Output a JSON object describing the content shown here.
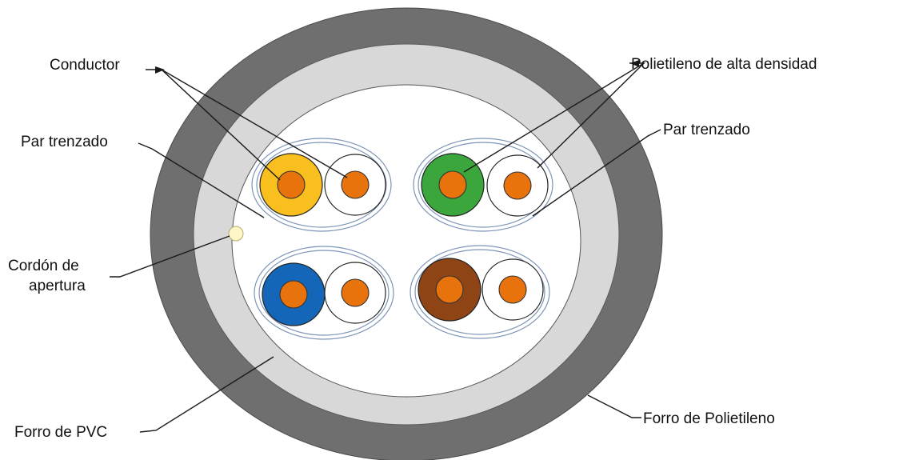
{
  "labels": {
    "conductor": "Conductor",
    "hdpe": "Polietileno de alta densidad",
    "pair_left": "Par trenzado",
    "pair_right": "Par trenzado",
    "ripcord_line1": "Cordón de",
    "ripcord_line2": "apertura",
    "pvc_jacket": "Forro de PVC",
    "pe_jacket": "Forro de Polietileno"
  },
  "colors": {
    "outer_jacket": "#6f6f6f",
    "inner_jacket": "#d8d8d8",
    "core_fill": "#ffffff",
    "copper": "#e8720c",
    "ripcord": "#fff6c8"
  },
  "pairs": [
    {
      "name": "orange-pair",
      "insulation_color": "#f9bf1e"
    },
    {
      "name": "green-pair",
      "insulation_color": "#3aa63c"
    },
    {
      "name": "blue-pair",
      "insulation_color": "#1467b8"
    },
    {
      "name": "brown-pair",
      "insulation_color": "#8f4416"
    }
  ]
}
